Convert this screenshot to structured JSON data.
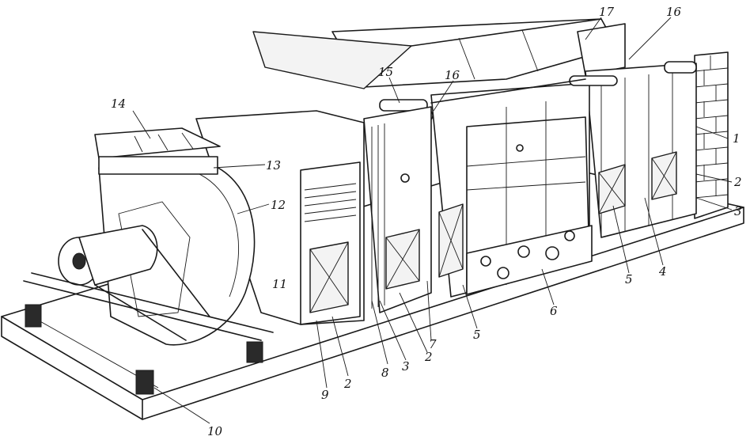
{
  "callouts": [
    "1",
    "2",
    "3",
    "4",
    "5",
    "6",
    "7",
    "8",
    "9",
    "10",
    "11",
    "12",
    "13",
    "14",
    "15",
    "16",
    "17"
  ],
  "diagram": {
    "labels": [
      {
        "id": "c17",
        "text": "17"
      },
      {
        "id": "c16a",
        "text": "16"
      },
      {
        "id": "c16b",
        "text": "16"
      },
      {
        "id": "c15",
        "text": "15"
      },
      {
        "id": "c14",
        "text": "14"
      },
      {
        "id": "c13",
        "text": "13"
      },
      {
        "id": "c12",
        "text": "12"
      },
      {
        "id": "c11",
        "text": "11"
      },
      {
        "id": "c1",
        "text": "1"
      },
      {
        "id": "c2a",
        "text": "2"
      },
      {
        "id": "c3a",
        "text": "3"
      },
      {
        "id": "c4",
        "text": "4"
      },
      {
        "id": "c5a",
        "text": "5"
      },
      {
        "id": "c6",
        "text": "6"
      },
      {
        "id": "c5b",
        "text": "5"
      },
      {
        "id": "c7",
        "text": "7"
      },
      {
        "id": "c2b",
        "text": "2"
      },
      {
        "id": "c3b",
        "text": "3"
      },
      {
        "id": "c8",
        "text": "8"
      },
      {
        "id": "c2c",
        "text": "2"
      },
      {
        "id": "c9",
        "text": "9"
      },
      {
        "id": "c10",
        "text": "10"
      }
    ]
  },
  "colors": {
    "ink": "#1a1a1a",
    "paper": "#ffffff"
  }
}
